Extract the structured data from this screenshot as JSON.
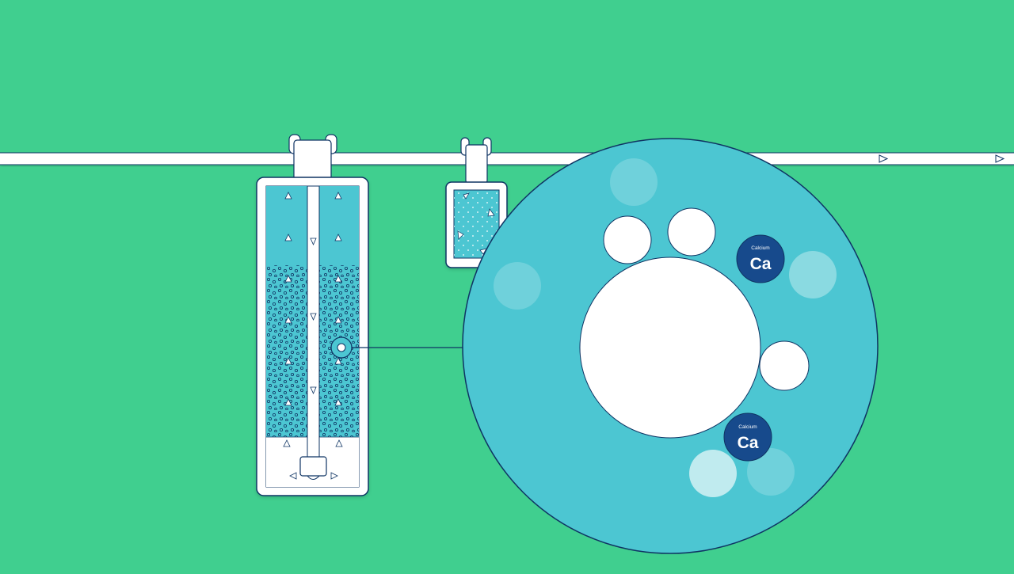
{
  "colors": {
    "background": "#40cf8f",
    "water": "#4cc6d2",
    "outline": "#0f3463",
    "calcium": "#174a8c",
    "white": "#ffffff"
  },
  "ions": [
    {
      "label": "Calcium",
      "symbol": "Ca"
    },
    {
      "label": "Calcium",
      "symbol": "Ca"
    }
  ],
  "icons": {
    "flow_arrow": "arrow-right-icon",
    "bubble": "bubble-icon"
  }
}
